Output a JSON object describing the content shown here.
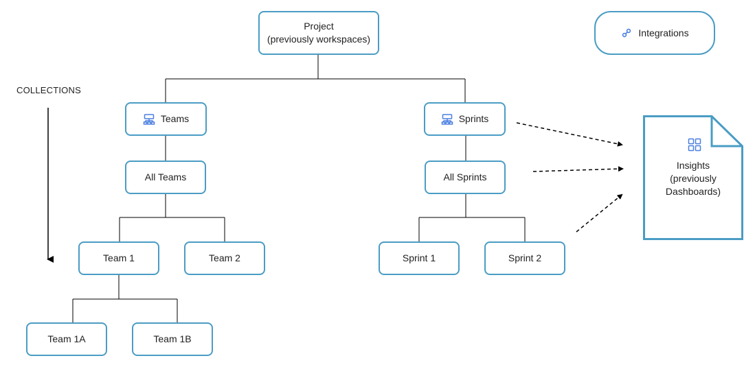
{
  "collections": {
    "label": "COLLECTIONS"
  },
  "nodes": {
    "project": {
      "line1": "Project",
      "line2": "(previously workspaces)"
    },
    "integrations": {
      "label": "Integrations",
      "icon": "link-icon"
    },
    "teams": {
      "label": "Teams",
      "icon": "hierarchy-icon"
    },
    "sprints": {
      "label": "Sprints",
      "icon": "hierarchy-icon"
    },
    "all_teams": {
      "label": "All Teams"
    },
    "all_sprints": {
      "label": "All Sprints"
    },
    "team1": {
      "label": "Team 1"
    },
    "team2": {
      "label": "Team 2"
    },
    "team1a": {
      "label": "Team 1A"
    },
    "team1b": {
      "label": "Team 1B"
    },
    "sprint1": {
      "label": "Sprint 1"
    },
    "sprint2": {
      "label": "Sprint 2"
    }
  },
  "insights": {
    "line1": "Insights",
    "line2": "(previously",
    "line3": "Dashboards)",
    "icon": "grid-icon"
  },
  "colors": {
    "node_border": "#4a9cc4",
    "icon": "#4a7fe0",
    "line": "#000000"
  }
}
